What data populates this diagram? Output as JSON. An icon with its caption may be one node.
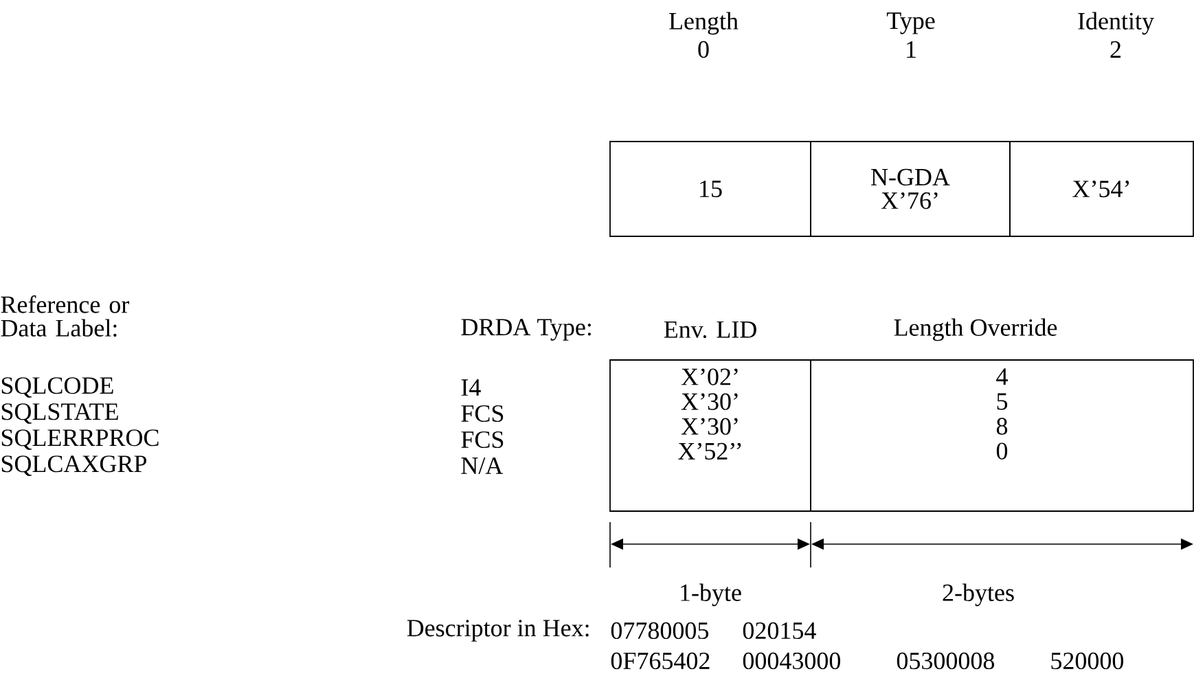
{
  "diagram": {
    "nodes": [
      {
        "text": [
          "15"
        ]
      },
      {
        "text": [
          "N-GDA",
          "X’76’"
        ]
      },
      {
        "text": [
          "X’54’"
        ]
      },
      {
        "text": [
          "X’02’",
          "X’30’",
          "X’30’",
          "X’52’’"
        ]
      },
      {
        "text": [
          "4",
          "5",
          "8",
          "0"
        ]
      }
    ],
    "labels": [
      "Length",
      "0",
      "Type",
      "1",
      "Identity",
      "2",
      "Reference or Data Label:",
      "DRDA Type:",
      "Env. LID",
      "Length Override",
      "SQLCODE",
      "I4",
      "SQLSTATE",
      "FCS",
      "SQLERRPROC",
      "FCS",
      "SQLCAXGRP",
      "N/A",
      "1-byte",
      "2-bytes",
      "Descriptor in Hex:",
      "07780005",
      "020154",
      "0F765402",
      "00043000",
      "05300008",
      "520000"
    ]
  }
}
